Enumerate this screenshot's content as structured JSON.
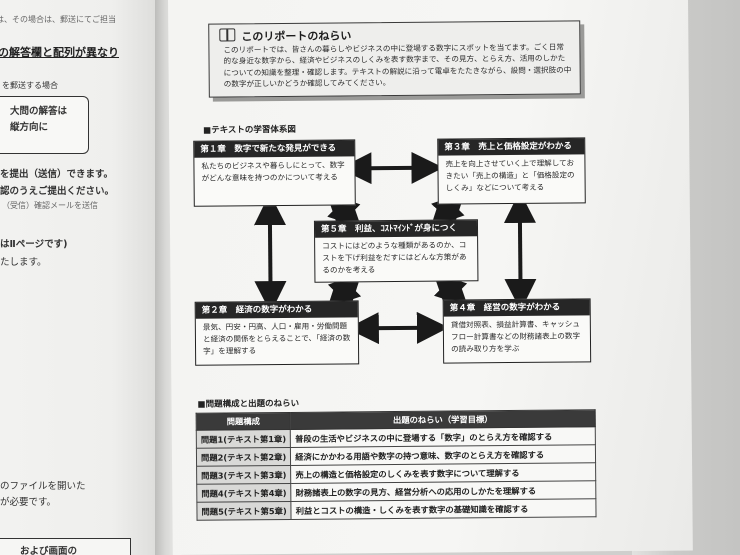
{
  "left_page": {
    "lines": [
      "は、その場合は、郵送にてご担当",
      "の解答欄と配列が異なり",
      "を郵送する場合",
      "大問の解答は",
      "縦方向に",
      "を提出（送信）できます。",
      "認のうえご提出ください。",
      "（受信）確認メールを送信",
      "はⅡページです)",
      "たします。",
      "のファイルを開いた",
      "が必要です。",
      "および画面の"
    ]
  },
  "aim": {
    "icon": "book-icon",
    "title": "このリポートのねらい",
    "body": "このリポートでは、皆さんの暮らしやビジネスの中に登場する数字にスポットを当てます。ごく日常的な身近な数字から、経済やビジネスのしくみを表す数字まで、その見方、とらえ方、活用のしかたについての知識を整理・確認します。テキストの解説に沿って電卓をたたきながら、設問・選択肢の中の数字が正しいかどうか確認してみてください。"
  },
  "system": {
    "heading": "■テキストの学習体系図",
    "chapters": [
      {
        "title": "第１章　数字で新たな発見ができる",
        "body": "私たちのビジネスや暮らしにとって、数字がどんな意味を持つのかについて考える"
      },
      {
        "title": "第３章　売上と価格設定がわかる",
        "body": "売上を向上させていく上で理解しておきたい「売上の構造」と「価格設定のしくみ」などについて考える"
      },
      {
        "title": "第５章　利益、ｺｽﾄﾏｲﾝﾄﾞが身につく",
        "body": "コストにはどのような種類があるのか、コストを下げ利益をだすにはどんな方策があるのかを考える"
      },
      {
        "title": "第２章　経済の数字がわかる",
        "body": "景気、円安・円高、人口・雇用・労働問題と経済の関係をとらえることで、「経済の数字」を理解する"
      },
      {
        "title": "第４章　経営の数字がわかる",
        "body": "貸借対照表、損益計算書、キャッシュフロー計算書などの財務諸表上の数字の読み取り方を学ぶ"
      }
    ]
  },
  "questions": {
    "heading": "■問題構成と出題のねらい",
    "col1": "問題構成",
    "col2": "出題のねらい（学習目標）",
    "rows": [
      {
        "q": "問題1(テキスト第1章)",
        "aim": "普段の生活やビジネスの中に登場する「数字」のとらえ方を確認する"
      },
      {
        "q": "問題2(テキスト第2章)",
        "aim": "経済にかかわる用語や数字の持つ意味、数字のとらえ方を確認する"
      },
      {
        "q": "問題3(テキスト第3章)",
        "aim": "売上の構造と価格設定のしくみを表す数字について理解する"
      },
      {
        "q": "問題4(テキスト第4章)",
        "aim": "財務諸表上の数字の見方、経営分析への応用のしかたを理解する"
      },
      {
        "q": "問題5(テキスト第5章)",
        "aim": "利益とコストの構造・しくみを表す数字の基礎知識を確認する"
      }
    ]
  }
}
